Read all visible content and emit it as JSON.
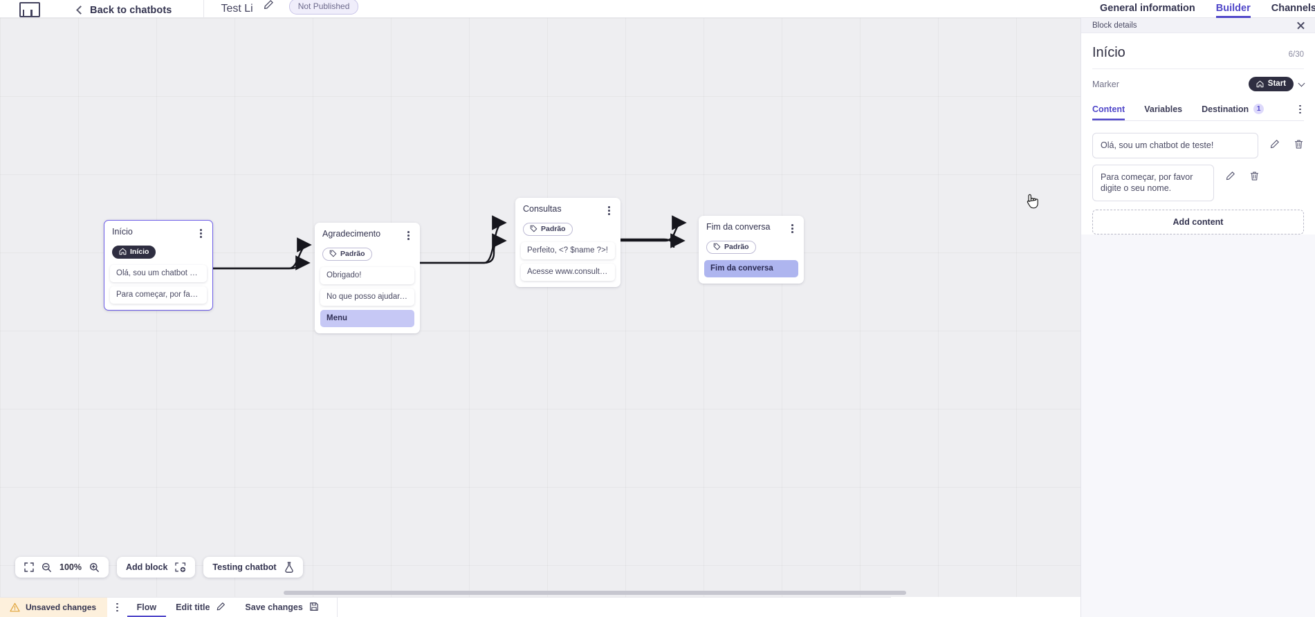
{
  "header": {
    "logo_name": "app-logo",
    "back_label": "Back to chatbots",
    "bot_title": "Test Li",
    "edit_icon": "pencil-icon",
    "status_badge": "Not Published",
    "tabs": [
      {
        "label": "General information",
        "active": false
      },
      {
        "label": "Builder",
        "active": true
      },
      {
        "label": "Channels",
        "active": false
      }
    ]
  },
  "canvas": {
    "zoom_level": "100%",
    "toolbar": {
      "fit_icon": "fit-screen-icon",
      "zoom_out_icon": "zoom-out-icon",
      "zoom_in_icon": "zoom-in-icon",
      "add_block_label": "Add block",
      "add_block_icon": "add-block-icon",
      "testing_label": "Testing chatbot",
      "testing_icon": "flask-icon"
    },
    "blocks": [
      {
        "id": "inicio",
        "title": "Início",
        "selected": true,
        "tag": {
          "label": "Início",
          "style": "start",
          "icon": "home-icon"
        },
        "messages": [
          {
            "text": "Olá, sou um chatbot de teste!",
            "style": "plain"
          },
          {
            "text": "Para começar, por favor digite o ...",
            "style": "plain"
          }
        ]
      },
      {
        "id": "agradecimento",
        "title": "Agradecimento",
        "selected": false,
        "tag": {
          "label": "Padrão",
          "style": "outline",
          "icon": "tag-icon"
        },
        "messages": [
          {
            "text": "Obrigado!",
            "style": "plain"
          },
          {
            "text": "No que posso ajudar, <? $name ...",
            "style": "plain"
          },
          {
            "text": "Menu",
            "style": "chip-light"
          }
        ]
      },
      {
        "id": "consultas",
        "title": "Consultas",
        "selected": false,
        "tag": {
          "label": "Padrão",
          "style": "outline",
          "icon": "tag-icon"
        },
        "messages": [
          {
            "text": "Perfeito, <? $name ?>!",
            "style": "plain"
          },
          {
            "text": "Acesse www.consultas.com par...",
            "style": "plain"
          }
        ]
      },
      {
        "id": "fim-da-conversa",
        "title": "Fim da conversa",
        "selected": false,
        "tag": {
          "label": "Padrão",
          "style": "outline",
          "icon": "tag-icon"
        },
        "messages": [
          {
            "text": "Fim da conversa",
            "style": "chip-dark"
          }
        ]
      }
    ]
  },
  "panel": {
    "header_title": "Block details",
    "close_icon": "close-icon",
    "block_title": "Início",
    "char_count": "6/30",
    "marker_label": "Marker",
    "marker_value": "Start",
    "marker_icon": "home-icon",
    "marker_chevron": "chevron-down-icon",
    "tabs": [
      {
        "label": "Content",
        "active": true,
        "badge": ""
      },
      {
        "label": "Variables",
        "active": false,
        "badge": ""
      },
      {
        "label": "Destination",
        "active": false,
        "badge": "1"
      }
    ],
    "overflow_icon": "more-vertical-icon",
    "contents": [
      {
        "text": "Olá, sou um chatbot de teste!",
        "edit_icon": "pencil-icon",
        "delete_icon": "trash-icon"
      },
      {
        "text": "Para começar, por favor digite o seu nome.",
        "edit_icon": "pencil-icon",
        "delete_icon": "trash-icon"
      }
    ],
    "add_content_label": "Add content"
  },
  "bottombar": {
    "unsaved_label": "Unsaved changes",
    "warning_icon": "warning-triangle-icon",
    "kebab_icon": "more-vertical-icon",
    "items": [
      {
        "label": "Flow",
        "active": true,
        "icon": ""
      },
      {
        "label": "Edit title",
        "active": false,
        "icon": "pencil-icon"
      },
      {
        "label": "Save changes",
        "active": false,
        "icon": "save-disk-icon"
      }
    ]
  },
  "colors": {
    "accent": "#4f46c9",
    "dark": "#2f2e41",
    "chip_light": "#c6c8f5",
    "chip_dark": "#aeb5ef",
    "warning_bg": "#fdf0dc"
  }
}
